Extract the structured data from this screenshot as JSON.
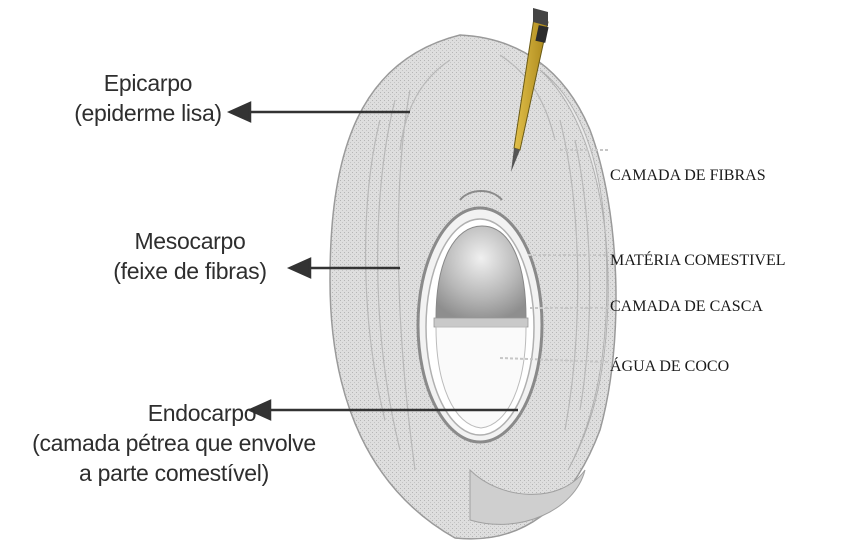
{
  "left_labels": {
    "epicarpo": {
      "title": "Epicarpo",
      "subtitle": "(epiderme lisa)"
    },
    "mesocarpo": {
      "title": "Mesocarpo",
      "subtitle": "(feixe de fibras)"
    },
    "endocarpo": {
      "title": "Endocarpo",
      "line2": "(camada pétrea que envolve",
      "line3": "a parte comestível)"
    }
  },
  "right_labels": {
    "fibras": "CAMADA DE FIBRAS",
    "materia": "MATÉRIA COMESTIVEL",
    "casca": "CAMADA DE CASCA",
    "agua": "ÁGUA DE COCO"
  },
  "colors": {
    "text_left": "#2e2e2e",
    "text_right": "#1a1a1a",
    "husk": "#d9d9d9",
    "husk_dark": "#9a9a9a",
    "arrow": "#333333",
    "pen_body": "#c9a227",
    "pen_tip": "#555555"
  }
}
